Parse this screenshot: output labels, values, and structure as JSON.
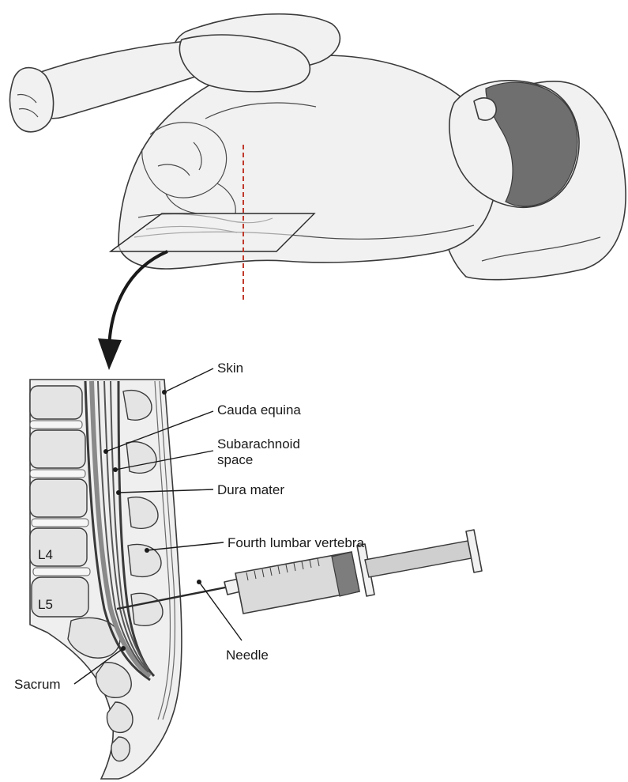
{
  "labels": {
    "skin": "Skin",
    "cauda_equina": "Cauda equina",
    "subarachnoid_line1": "Subarachnoid",
    "subarachnoid_line2": "space",
    "dura_mater": "Dura mater",
    "fourth_lumbar_vertebra": "Fourth lumbar vertebra",
    "needle": "Needle",
    "sacrum": "Sacrum",
    "l4": "L4",
    "l5": "L5"
  },
  "colors": {
    "line_art": "#3a3a3a",
    "fill_light": "#f1f1f1",
    "hair": "#6f6f6f",
    "marker_red": "#c0392b",
    "arrow": "#1a1a1a"
  }
}
